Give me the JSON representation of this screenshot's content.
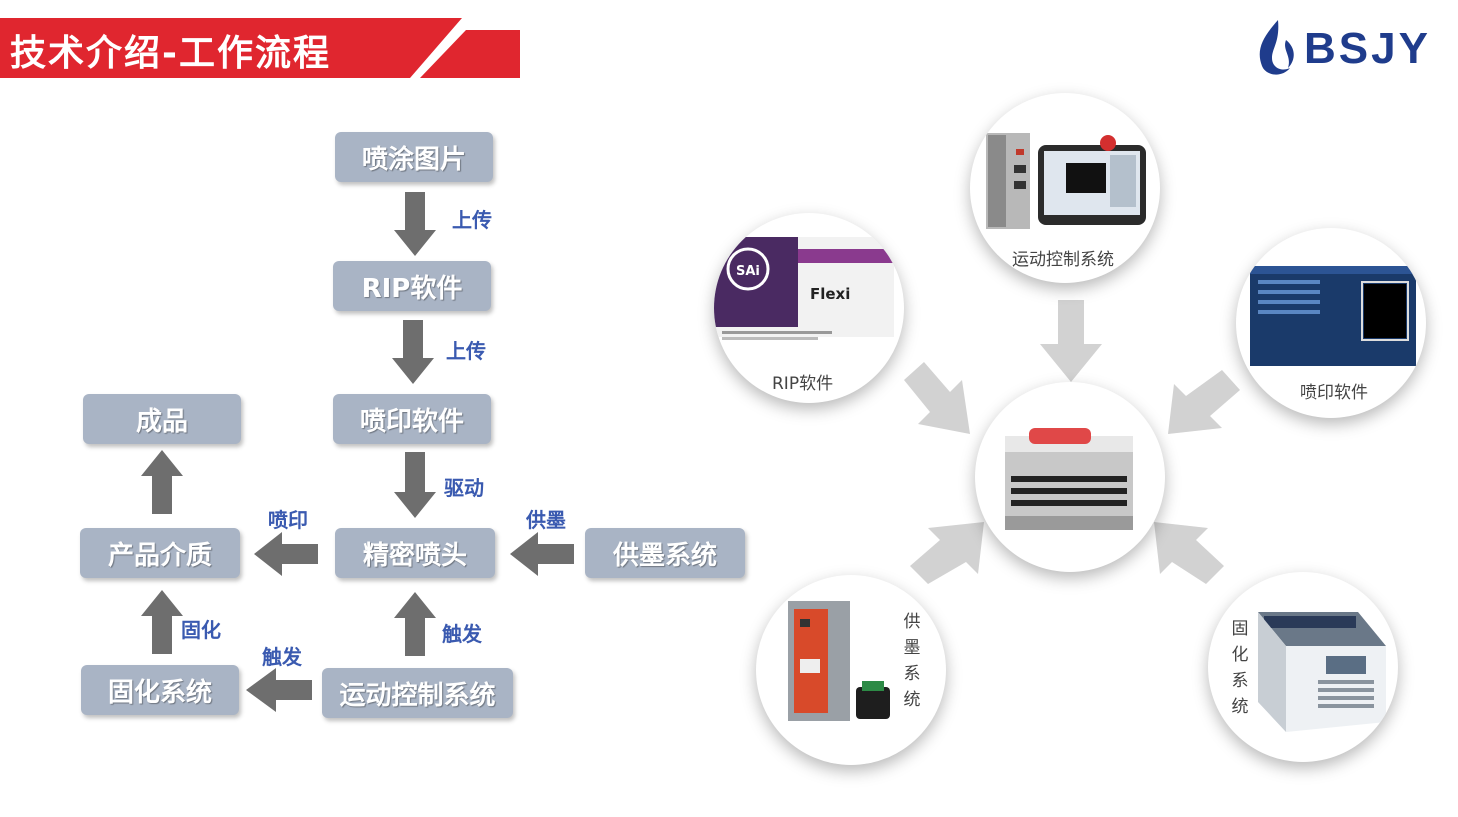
{
  "header": {
    "title": "技术介绍-工作流程",
    "bg_color": "#e0262f"
  },
  "logo": {
    "text": "BSJY",
    "color": "#1f3c8c"
  },
  "flow": {
    "boxes": {
      "image": "喷涂图片",
      "rip": "RIP软件",
      "print_software": "喷印软件",
      "product": "成品",
      "nozzle": "精密喷头",
      "ink": "供墨系统",
      "medium": "产品介质",
      "curing": "固化系统",
      "motion": "运动控制系统"
    },
    "edge_labels": {
      "upload1": "上传",
      "upload2": "上传",
      "drive": "驱动",
      "ink_supply": "供墨",
      "print": "喷印",
      "cure": "固化",
      "trigger_motion": "触发",
      "trigger_cure": "触发"
    },
    "box_color": "#a9b4c5",
    "arrow_color": "#6e6e6e",
    "label_color": "#3a5ab0"
  },
  "hub": {
    "rip_label": "RIP软件",
    "motion_label": "运动控制系统",
    "print_label": "喷印软件",
    "ink_label": "供墨系统",
    "cure_label": "固化系统",
    "rip_brand": "SAi",
    "rip_product": "Flexi"
  }
}
